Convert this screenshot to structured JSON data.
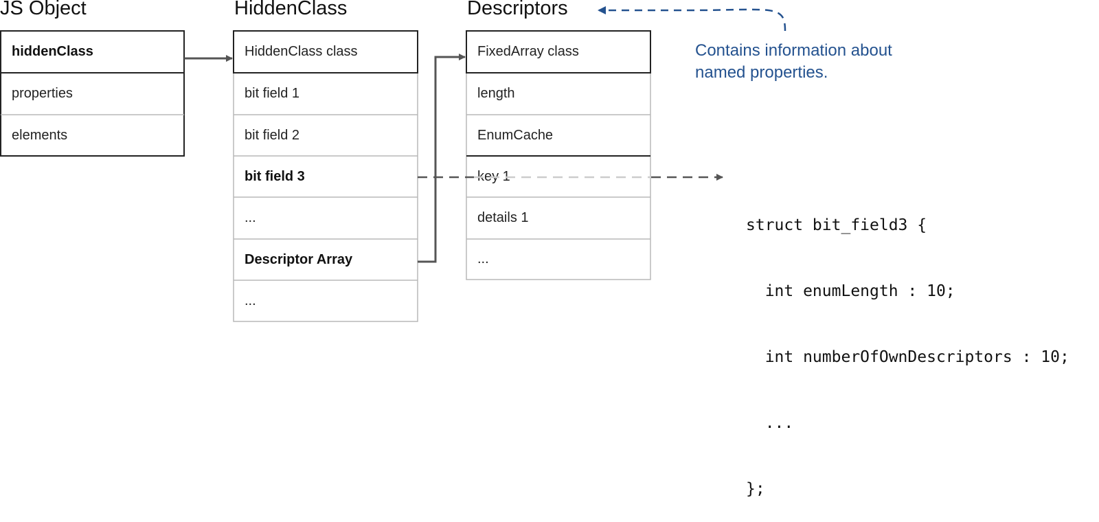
{
  "colors": {
    "border_strong": "#222222",
    "border_light": "#b8b8b8",
    "arrow_solid": "#555555",
    "arrow_dashed_dark": "#555555",
    "arrow_dashed_light": "#cccccc",
    "note_text": "#24528f"
  },
  "tables": {
    "js_object": {
      "title": "JS Object",
      "rows": [
        {
          "label": "hiddenClass",
          "bold": true
        },
        {
          "label": "properties",
          "bold": false
        },
        {
          "label": "elements",
          "bold": false
        }
      ]
    },
    "hidden_class": {
      "title": "HiddenClass",
      "rows": [
        {
          "label": "HiddenClass class",
          "bold": false
        },
        {
          "label": "bit field 1",
          "bold": false
        },
        {
          "label": "bit field 2",
          "bold": false
        },
        {
          "label": "bit field 3",
          "bold": true
        },
        {
          "label": "...",
          "bold": false
        },
        {
          "label": "Descriptor Array",
          "bold": true
        },
        {
          "label": "...",
          "bold": false
        }
      ]
    },
    "descriptors": {
      "title": "Descriptors",
      "rows": [
        {
          "label": "FixedArray class",
          "bold": false
        },
        {
          "label": "length",
          "bold": false
        },
        {
          "label": "EnumCache",
          "bold": false
        },
        {
          "label": "key 1",
          "bold": false
        },
        {
          "label": "details 1",
          "bold": false
        },
        {
          "label": "...",
          "bold": false
        }
      ]
    }
  },
  "note": {
    "line1": "Contains information about",
    "line2": "named properties."
  },
  "code": {
    "line1": "struct bit_field3 {",
    "line2": "  int enumLength : 10;",
    "line3": "  int numberOfOwnDescriptors : 10;",
    "line4": "  ...",
    "line5": "};"
  }
}
